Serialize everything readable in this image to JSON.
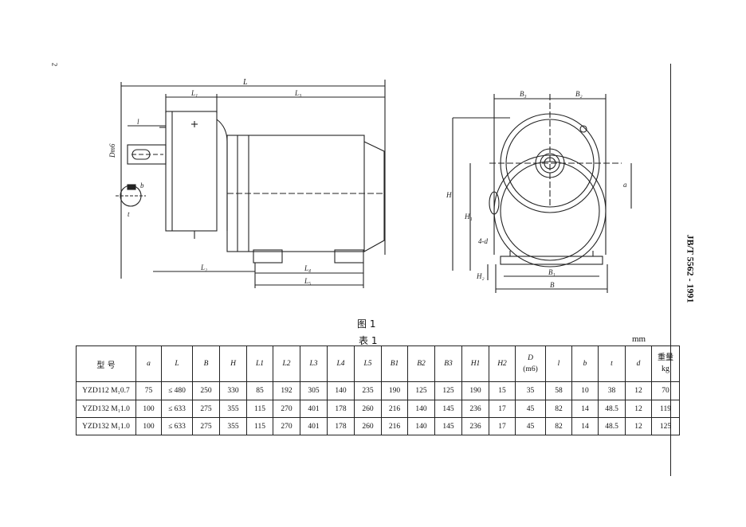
{
  "page": {
    "page_number": "2",
    "standard_code": "JB/T 5562 - 1991",
    "figure_caption": "图 1",
    "table_caption": "表 1",
    "unit": "mm"
  },
  "drawing": {
    "side_labels": [
      "L",
      "L1",
      "L3",
      "l",
      "Dm6",
      "b",
      "t",
      "L2",
      "L4",
      "L5"
    ],
    "front_labels": [
      "B3",
      "B2",
      "H",
      "H1",
      "a",
      "4-d",
      "H2",
      "B1",
      "B"
    ]
  },
  "table": {
    "headers": [
      "型 号",
      "a",
      "L",
      "B",
      "H",
      "L1",
      "L2",
      "L3",
      "L4",
      "L5",
      "B1",
      "B2",
      "B3",
      "H1",
      "H2",
      "D (m6)",
      "l",
      "b",
      "t",
      "d",
      "重量 kg"
    ],
    "header_d_main": "D",
    "header_d_sub": "(m6)",
    "header_w_main": "重量",
    "header_w_sub": "kg",
    "rows": [
      [
        "YZD112 M₁0.7",
        "75",
        "≤ 480",
        "250",
        "330",
        "85",
        "192",
        "305",
        "140",
        "235",
        "190",
        "125",
        "125",
        "190",
        "15",
        "35",
        "58",
        "10",
        "38",
        "12",
        "70"
      ],
      [
        "YZD132 M₁1.0",
        "100",
        "≤ 633",
        "275",
        "355",
        "115",
        "270",
        "401",
        "178",
        "260",
        "216",
        "140",
        "145",
        "236",
        "17",
        "45",
        "82",
        "14",
        "48.5",
        "12",
        "119"
      ],
      [
        "YZD132 M₁1.0",
        "100",
        "≤ 633",
        "275",
        "355",
        "115",
        "270",
        "401",
        "178",
        "260",
        "216",
        "140",
        "145",
        "236",
        "17",
        "45",
        "82",
        "14",
        "48.5",
        "12",
        "125"
      ]
    ]
  }
}
